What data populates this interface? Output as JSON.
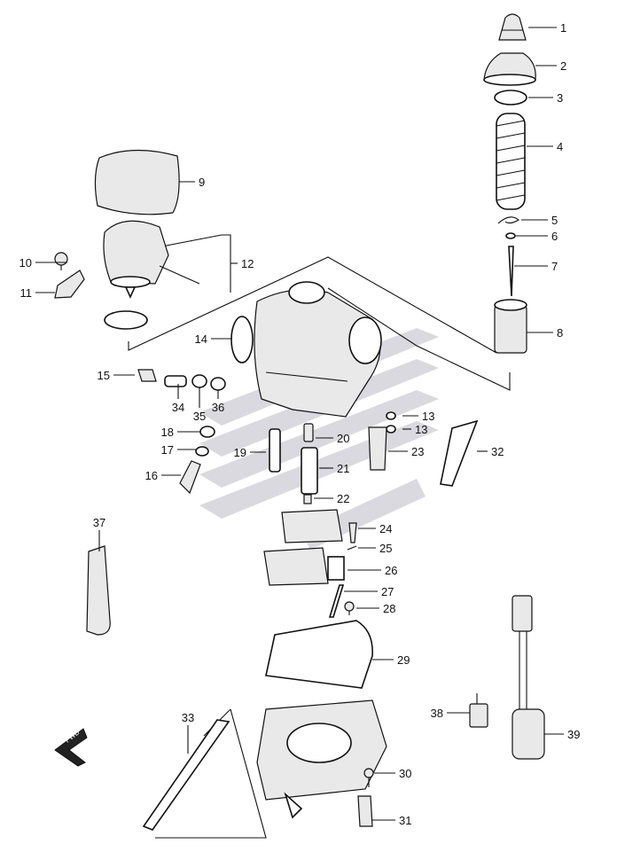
{
  "diagram": {
    "fwd_label": "FWD",
    "parts": [
      {
        "ref": "1"
      },
      {
        "ref": "2"
      },
      {
        "ref": "3"
      },
      {
        "ref": "4"
      },
      {
        "ref": "5"
      },
      {
        "ref": "6"
      },
      {
        "ref": "7"
      },
      {
        "ref": "8"
      },
      {
        "ref": "9"
      },
      {
        "ref": "10"
      },
      {
        "ref": "11"
      },
      {
        "ref": "12"
      },
      {
        "ref": "13"
      },
      {
        "ref": "13"
      },
      {
        "ref": "14"
      },
      {
        "ref": "15"
      },
      {
        "ref": "16"
      },
      {
        "ref": "17"
      },
      {
        "ref": "18"
      },
      {
        "ref": "19"
      },
      {
        "ref": "20"
      },
      {
        "ref": "21"
      },
      {
        "ref": "22"
      },
      {
        "ref": "23"
      },
      {
        "ref": "24"
      },
      {
        "ref": "25"
      },
      {
        "ref": "26"
      },
      {
        "ref": "27"
      },
      {
        "ref": "28"
      },
      {
        "ref": "29"
      },
      {
        "ref": "30"
      },
      {
        "ref": "31"
      },
      {
        "ref": "32"
      },
      {
        "ref": "33"
      },
      {
        "ref": "34"
      },
      {
        "ref": "35"
      },
      {
        "ref": "36"
      },
      {
        "ref": "37"
      },
      {
        "ref": "38"
      },
      {
        "ref": "39"
      }
    ]
  }
}
